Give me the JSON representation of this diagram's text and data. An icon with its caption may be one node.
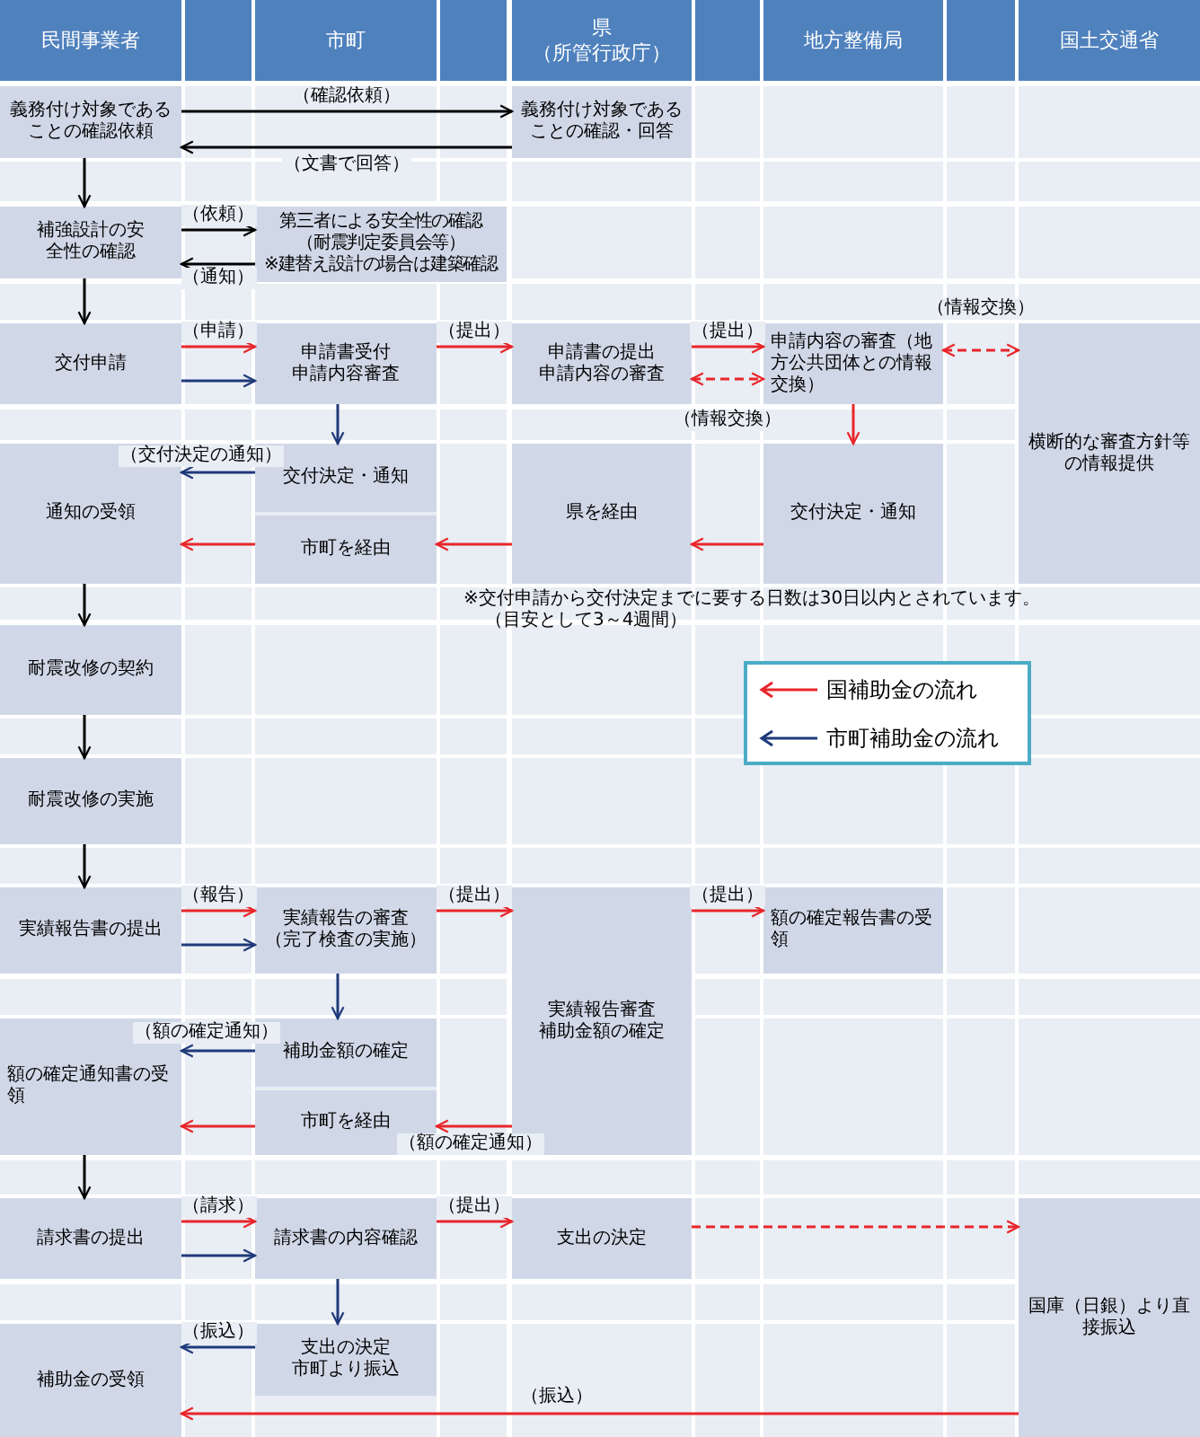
{
  "diagram": {
    "nodes": [
      {
        "text": [
          "民間事業者"
        ]
      },
      {
        "text": [
          "市町"
        ]
      },
      {
        "text": [
          "県",
          "（所管行政庁）"
        ]
      },
      {
        "text": [
          "地方整備局"
        ]
      },
      {
        "text": [
          "国土交通省"
        ]
      },
      {
        "text": [
          "義務付け対象であることの確認依頼"
        ]
      },
      {
        "text": [
          "義務付け対象であることの確認・回答"
        ]
      },
      {
        "text": [
          "補強設計の安全性の確認"
        ]
      },
      {
        "text": [
          "第三者による安全性の確認",
          "（耐震判定委員会等）",
          "※建替え設計の場合は建築確認"
        ]
      },
      {
        "text": [
          "交付申請"
        ]
      },
      {
        "text": [
          "申請書受付",
          "申請内容審査"
        ]
      },
      {
        "text": [
          "申請書の提出",
          "申請内容の審査"
        ]
      },
      {
        "text": [
          "申請内容の審査（地方公共団体との情報交換）"
        ]
      },
      {
        "text": [
          "横断的な審査方針等の情報提供"
        ]
      },
      {
        "text": [
          "通知の受領"
        ]
      },
      {
        "text": [
          "交付決定・通知"
        ]
      },
      {
        "text": [
          "市町を経由"
        ]
      },
      {
        "text": [
          "県を経由"
        ]
      },
      {
        "text": [
          "交付決定・通知"
        ]
      },
      {
        "text": [
          "耐震改修の契約"
        ]
      },
      {
        "text": [
          "耐震改修の実施"
        ]
      },
      {
        "text": [
          "実績報告書の提出"
        ]
      },
      {
        "text": [
          "実績報告の審査",
          "（完了検査の実施）"
        ]
      },
      {
        "text": [
          "実績報告審査",
          "補助金額の確定"
        ]
      },
      {
        "text": [
          "額の確定報告書の受領"
        ]
      },
      {
        "text": [
          "額の確定通知書の受領"
        ]
      },
      {
        "text": [
          "補助金額の確定"
        ]
      },
      {
        "text": [
          "市町を経由"
        ]
      },
      {
        "text": [
          "請求書の提出"
        ]
      },
      {
        "text": [
          "請求書の内容確認"
        ]
      },
      {
        "text": [
          "支出の決定"
        ]
      },
      {
        "text": [
          "国庫（日銀）より直接振込"
        ]
      },
      {
        "text": [
          "補助金の受領"
        ]
      },
      {
        "text": [
          "支出の決定",
          "市町より振込"
        ]
      }
    ],
    "edges": [
      {
        "from": 5,
        "to": 6,
        "arrow": "to",
        "label": "（確認依頼）",
        "color": "#000000"
      },
      {
        "from": 6,
        "to": 5,
        "arrow": "to",
        "label": "（文書で回答）",
        "color": "#000000"
      },
      {
        "from": 5,
        "to": 7,
        "arrow": "to",
        "color": "#000000"
      },
      {
        "from": 7,
        "to": 8,
        "arrow": "to",
        "label": "（依頼）",
        "color": "#000000"
      },
      {
        "from": 8,
        "to": 7,
        "arrow": "to",
        "label": "（通知）",
        "color": "#000000"
      },
      {
        "from": 7,
        "to": 9,
        "arrow": "to",
        "color": "#000000"
      },
      {
        "from": 9,
        "to": 10,
        "arrow": "to",
        "label": "（申請）"
      },
      {
        "from": 9,
        "to": 10,
        "arrow": "to",
        "color": "#1f3a7a"
      },
      {
        "from": 10,
        "to": 11,
        "arrow": "to",
        "label": "（提出）"
      },
      {
        "from": 11,
        "to": 12,
        "arrow": "to",
        "label": "（提出）"
      },
      {
        "from": 11,
        "to": 12,
        "arrow": "both",
        "label": "（情報交換）",
        "style": "dashed"
      },
      {
        "from": 12,
        "to": 13,
        "arrow": "both",
        "label": "（情報交換）",
        "style": "dashed"
      },
      {
        "from": 10,
        "to": 15,
        "arrow": "to",
        "color": "#1f3a7a"
      },
      {
        "from": 12,
        "to": 18,
        "arrow": "to"
      },
      {
        "from": 15,
        "to": 14,
        "arrow": "to",
        "label": "（交付決定の通知）",
        "color": "#1f3a7a"
      },
      {
        "from": 18,
        "to": 17,
        "arrow": "to"
      },
      {
        "from": 17,
        "to": 16,
        "arrow": "to"
      },
      {
        "from": 16,
        "to": 14,
        "arrow": "to"
      },
      {
        "from": 14,
        "to": 19,
        "arrow": "to",
        "color": "#000000"
      },
      {
        "from": 19,
        "to": 20,
        "arrow": "to",
        "color": "#000000"
      },
      {
        "from": 20,
        "to": 21,
        "arrow": "to",
        "color": "#000000"
      },
      {
        "from": 21,
        "to": 22,
        "arrow": "to",
        "label": "（報告）"
      },
      {
        "from": 21,
        "to": 22,
        "arrow": "to",
        "color": "#1f3a7a"
      },
      {
        "from": 22,
        "to": 23,
        "arrow": "to",
        "label": "（提出）"
      },
      {
        "from": 23,
        "to": 24,
        "arrow": "to",
        "label": "（提出）"
      },
      {
        "from": 22,
        "to": 26,
        "arrow": "to",
        "color": "#1f3a7a"
      },
      {
        "from": 26,
        "to": 25,
        "arrow": "to",
        "label": "（額の確定通知）",
        "color": "#1f3a7a"
      },
      {
        "from": 23,
        "to": 27,
        "arrow": "to",
        "label": "（額の確定通知）"
      },
      {
        "from": 27,
        "to": 25,
        "arrow": "to"
      },
      {
        "from": 25,
        "to": 28,
        "arrow": "to",
        "color": "#000000"
      },
      {
        "from": 28,
        "to": 29,
        "arrow": "to",
        "label": "（請求）"
      },
      {
        "from": 28,
        "to": 29,
        "arrow": "to",
        "color": "#1f3a7a"
      },
      {
        "from": 29,
        "to": 30,
        "arrow": "to",
        "label": "（提出）"
      },
      {
        "from": 30,
        "to": 31,
        "arrow": "to",
        "style": "dashed"
      },
      {
        "from": 29,
        "to": 33,
        "arrow": "to",
        "color": "#1f3a7a"
      },
      {
        "from": 33,
        "to": 32,
        "arrow": "to",
        "label": "（振込）",
        "color": "#1f3a7a"
      },
      {
        "from": 31,
        "to": 32,
        "arrow": "to",
        "label": "（振込）"
      }
    ],
    "labels": [
      "※交付申請から交付決定までに要する日数は30日以内とされています。",
      "（目安として3～4週間）"
    ],
    "legend": [
      {
        "text": "国補助金の流れ"
      },
      {
        "text": "市町補助金の流れ"
      }
    ]
  }
}
